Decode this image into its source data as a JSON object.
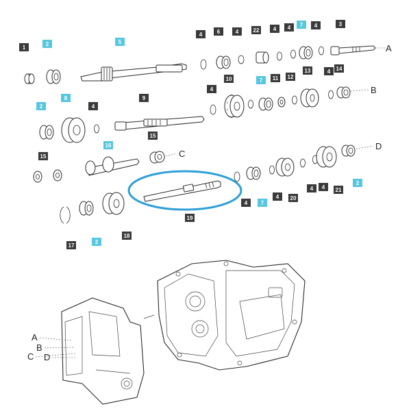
{
  "callouts": [
    {
      "text": "1",
      "color": "dark"
    },
    {
      "text": "2",
      "color": "blue"
    },
    {
      "text": "5",
      "color": "blue"
    },
    {
      "text": "4",
      "color": "dark"
    },
    {
      "text": "6",
      "color": "dark"
    },
    {
      "text": "4",
      "color": "dark"
    },
    {
      "text": "22",
      "color": "dark"
    },
    {
      "text": "4",
      "color": "dark"
    },
    {
      "text": "4",
      "color": "dark"
    },
    {
      "text": "7",
      "color": "blue"
    },
    {
      "text": "4",
      "color": "dark"
    },
    {
      "text": "3",
      "color": "dark"
    },
    {
      "text": "4",
      "color": "dark"
    },
    {
      "text": "10",
      "color": "dark"
    },
    {
      "text": "7",
      "color": "blue"
    },
    {
      "text": "11",
      "color": "dark"
    },
    {
      "text": "12",
      "color": "dark"
    },
    {
      "text": "13",
      "color": "dark"
    },
    {
      "text": "4",
      "color": "dark"
    },
    {
      "text": "14",
      "color": "dark"
    },
    {
      "text": "2",
      "color": "blue"
    },
    {
      "text": "8",
      "color": "blue"
    },
    {
      "text": "4",
      "color": "dark"
    },
    {
      "text": "9",
      "color": "dark"
    },
    {
      "text": "16",
      "color": "blue"
    },
    {
      "text": "15",
      "color": "dark"
    },
    {
      "text": "15",
      "color": "dark"
    },
    {
      "text": "4",
      "color": "dark"
    },
    {
      "text": "7",
      "color": "blue"
    },
    {
      "text": "4",
      "color": "dark"
    },
    {
      "text": "20",
      "color": "dark"
    },
    {
      "text": "4",
      "color": "dark"
    },
    {
      "text": "4",
      "color": "dark"
    },
    {
      "text": "21",
      "color": "dark"
    },
    {
      "text": "2",
      "color": "blue"
    },
    {
      "text": "19",
      "color": "dark"
    },
    {
      "text": "17",
      "color": "dark"
    },
    {
      "text": "2",
      "color": "blue"
    },
    {
      "text": "18",
      "color": "dark"
    }
  ],
  "connectors": [
    {
      "letter": "A"
    },
    {
      "letter": "B"
    },
    {
      "letter": "C"
    },
    {
      "letter": "D"
    },
    {
      "letter": "A"
    },
    {
      "letter": "B"
    },
    {
      "letter": "C"
    },
    {
      "letter": "D"
    }
  ],
  "colors": {
    "callout_dark": "#3a3a3a",
    "callout_blue": "#56c7df",
    "highlight": "#2f9fd6"
  },
  "highlighted_part": "19"
}
